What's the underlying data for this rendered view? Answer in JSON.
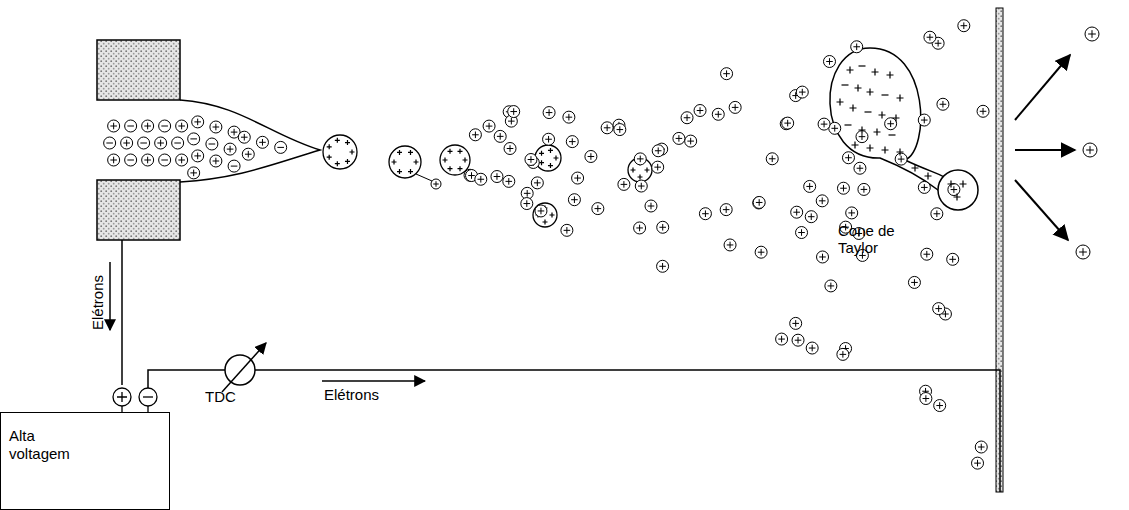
{
  "diagram": {
    "nodes": [
      {
        "text": [
          "Alta voltagem"
        ]
      }
    ],
    "labels": [
      "Elétrons",
      "TDC",
      "Elétrons",
      "Cone de Taylor"
    ]
  }
}
